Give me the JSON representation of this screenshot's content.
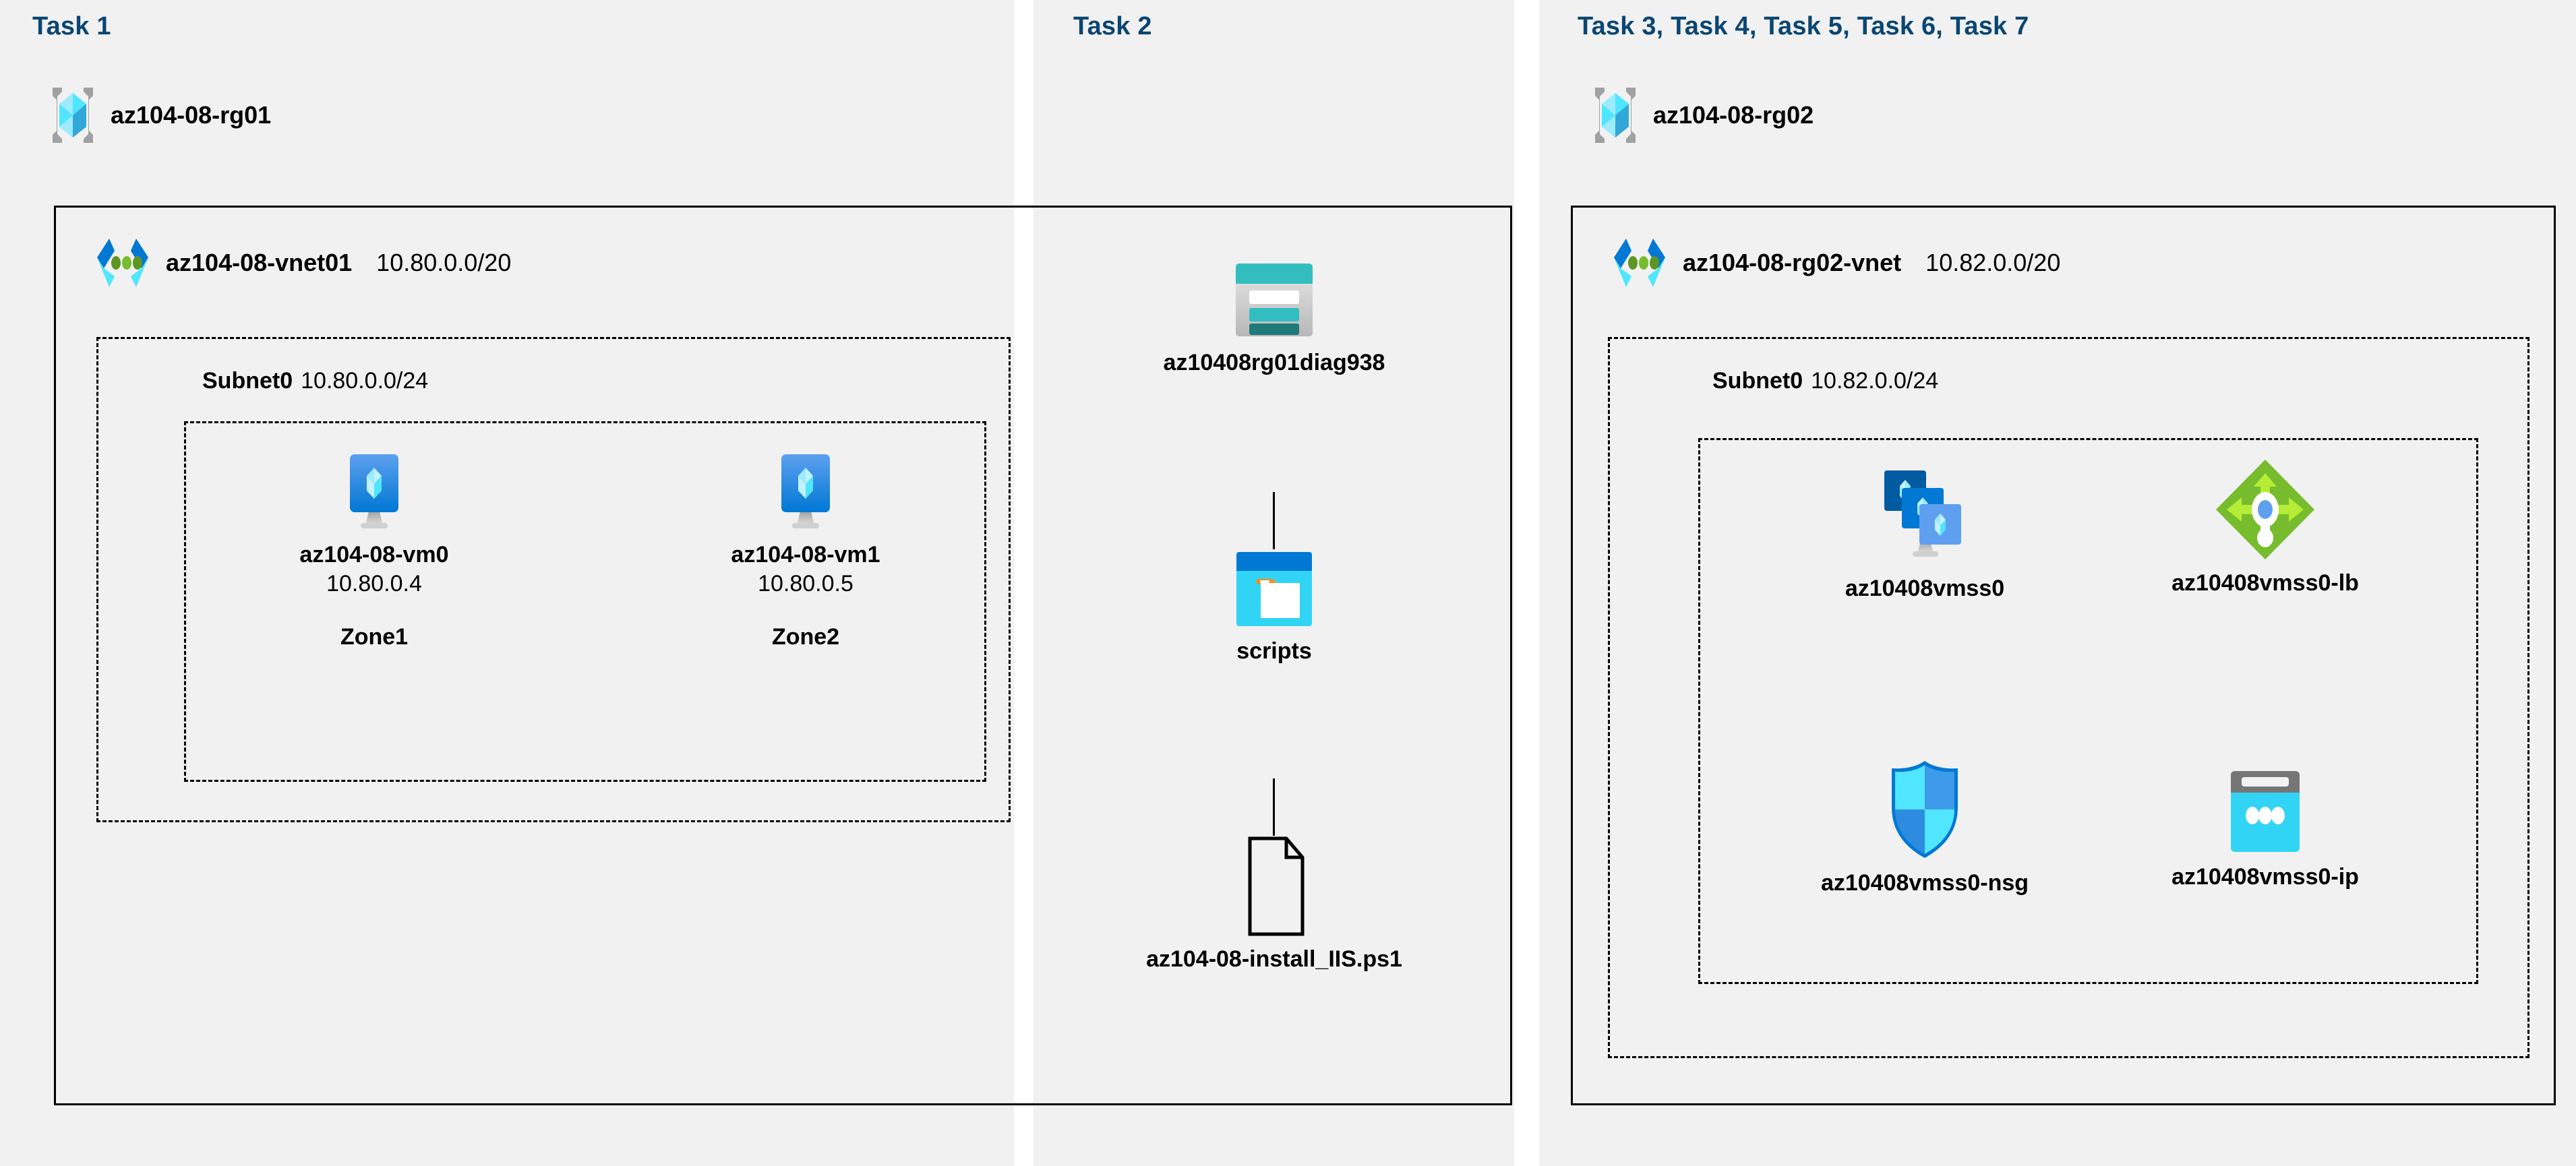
{
  "diagram": {
    "title": "Azure AZ-104 Lab 08 architecture",
    "background": "#FFFFFF",
    "panel_background": "#F1F1F1",
    "task_label_color": "#0A4673",
    "line_color": "#000000"
  },
  "panels": [
    {
      "id": "task1",
      "task_label": "Task 1",
      "resource_group": {
        "name": "az104-08-rg01",
        "icon": "resource-group-icon"
      },
      "vnet": {
        "name": "az104-08-vnet01",
        "cidr": "10.80.0.0/20",
        "icon": "virtual-network-icon"
      },
      "subnet": {
        "name": "Subnet0",
        "cidr": "10.80.0.0/24"
      },
      "nodes": [
        {
          "id": "vm0",
          "icon": "virtual-machine-icon",
          "name": "az104-08-vm0",
          "ip": "10.80.0.4",
          "zone": "Zone1"
        },
        {
          "id": "vm1",
          "icon": "virtual-machine-icon",
          "name": "az104-08-vm1",
          "ip": "10.80.0.5",
          "zone": "Zone2"
        }
      ]
    },
    {
      "id": "task2",
      "task_label": "Task 2",
      "nodes": [
        {
          "id": "storage-account",
          "icon": "storage-account-icon",
          "name": "az10408rg01diag938"
        },
        {
          "id": "blob-container",
          "icon": "blob-container-icon",
          "name": "scripts"
        },
        {
          "id": "script-file",
          "icon": "file-icon",
          "name": "az104-08-install_IIS.ps1"
        }
      ],
      "connectors": [
        {
          "from": "storage-account",
          "to": "blob-container"
        },
        {
          "from": "blob-container",
          "to": "script-file"
        }
      ]
    },
    {
      "id": "task3",
      "task_label": "Task 3, Task 4, Task 5, Task 6, Task 7",
      "resource_group": {
        "name": "az104-08-rg02",
        "icon": "resource-group-icon"
      },
      "vnet": {
        "name": "az104-08-rg02-vnet",
        "cidr": "10.82.0.0/20",
        "icon": "virtual-network-icon"
      },
      "subnet": {
        "name": "Subnet0",
        "cidr": "10.82.0.0/24"
      },
      "nodes": [
        {
          "id": "vmss",
          "icon": "vm-scale-set-icon",
          "name": "az10408vmss0"
        },
        {
          "id": "load-balancer",
          "icon": "load-balancer-icon",
          "name": "az10408vmss0-lb"
        },
        {
          "id": "nsg",
          "icon": "network-security-group-icon",
          "name": "az10408vmss0-nsg"
        },
        {
          "id": "public-ip",
          "icon": "public-ip-address-icon",
          "name": "az10408vmss0-ip"
        }
      ]
    }
  ],
  "colors": {
    "azure_blue": "#0078D4",
    "cyan": "#50E6FF",
    "light_cyan": "#9CEBFF",
    "teal": "#32BEBE",
    "teal_dark": "#1F7A7A",
    "green": "#76BC2D",
    "green_light": "#B4EC36",
    "gray": "#A0A1A2",
    "orange": "#F78D1E",
    "deep_blue": "#0A4673"
  }
}
